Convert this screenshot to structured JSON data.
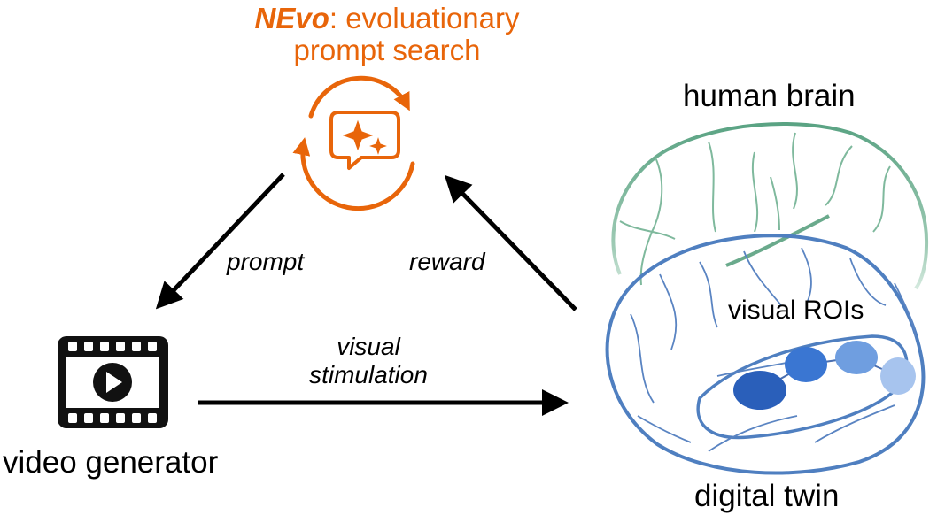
{
  "nevo": {
    "name": "NEvo",
    "title_rest": ": evoluationary",
    "title_line2": "prompt search",
    "icon": "chat-sparkle-cycle-icon",
    "color": "#e8650a"
  },
  "edges": {
    "prompt": "prompt",
    "reward": "reward",
    "stimulation_line1": "visual",
    "stimulation_line2": "stimulation"
  },
  "video": {
    "label": "video generator",
    "icon": "film-play-icon"
  },
  "brain": {
    "human_label": "human brain",
    "twin_label": "digital twin",
    "rois_label": "visual ROIs",
    "human_color": "#6aaa8c",
    "twin_color": "#4f7fc0"
  }
}
